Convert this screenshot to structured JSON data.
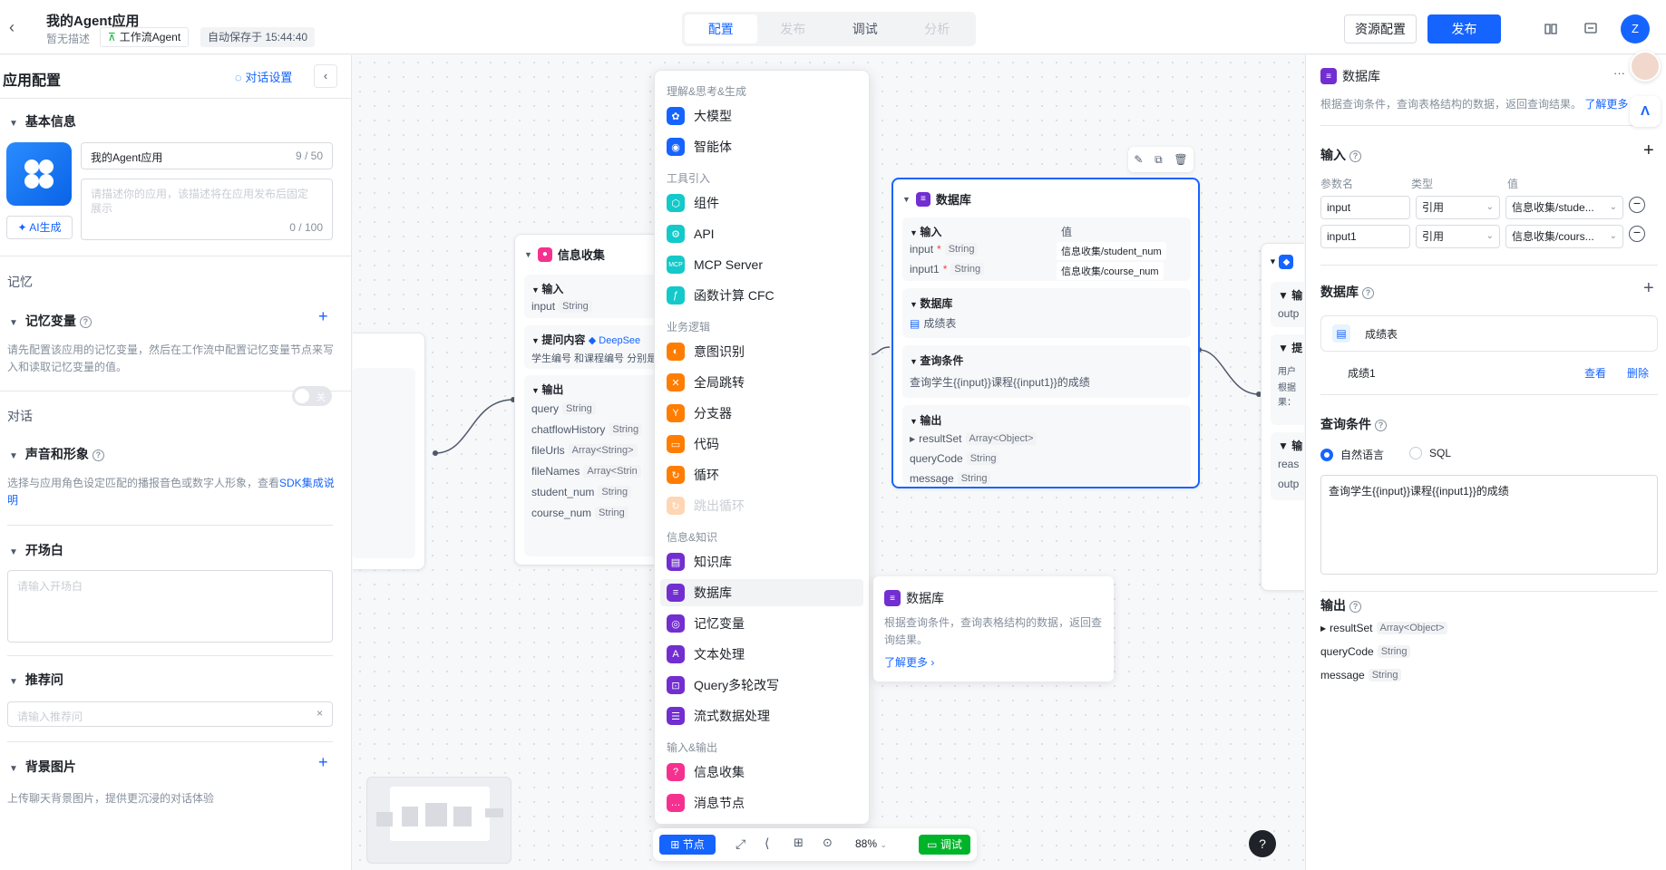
{
  "header": {
    "app_title": "我的Agent应用",
    "app_desc": "暂无描述",
    "app_type": "工作流Agent",
    "autosave": "自动保存于 15:44:40",
    "tabs": [
      "配置",
      "发布",
      "调试",
      "分析"
    ],
    "resource_btn": "资源配置",
    "publish_btn": "发布",
    "avatar_letter": "Z"
  },
  "left_panel": {
    "title": "应用配置",
    "chat_settings": "对话设置",
    "basic_info": "基本信息",
    "app_name_value": "我的Agent应用",
    "app_name_count": "9 / 50",
    "desc_placeholder": "请描述你的应用，该描述将在应用发布后固定展示",
    "desc_count": "0 / 100",
    "ai_gen": "AI生成",
    "memory_section": "记忆",
    "memory_vars": "记忆变量",
    "memory_desc": "请先配置该应用的记忆变量，然后在工作流中配置记忆变量节点来写入和读取记忆变量的值。",
    "dialog_section": "对话",
    "voice": "声音和形象",
    "toggle_label": "关",
    "voice_desc": "选择与应用角色设定匹配的播报音色或数字人形象，查看",
    "voice_link": "SDK集成说明",
    "opening": "开场白",
    "opening_placeholder": "请输入开场白",
    "suggest": "推荐问",
    "suggest_placeholder": "请输入推荐问",
    "bg_image": "背景图片",
    "bg_desc": "上传聊天背景图片，提供更沉浸的对话体验"
  },
  "canvas": {
    "info_node": {
      "title": "信息收集",
      "input_h": "输入",
      "input_var": "input",
      "input_type": "String",
      "ask_h": "提问内容",
      "ask_model": "DeepSee",
      "ask_text": "学生编号 和课程编号 分别是",
      "output_h": "输出",
      "outputs": [
        {
          "name": "query",
          "type": "String"
        },
        {
          "name": "chatflowHistory",
          "type": "String"
        },
        {
          "name": "fileUrls",
          "type": "Array<String>"
        },
        {
          "name": "fileNames",
          "type": "Array<Strin"
        },
        {
          "name": "student_num",
          "type": "String"
        },
        {
          "name": "course_num",
          "type": "String"
        }
      ]
    },
    "db_node": {
      "title": "数据库",
      "input_h": "输入",
      "value_h": "值",
      "inputs": [
        {
          "name": "input",
          "type": "String",
          "value": "信息收集/student_num"
        },
        {
          "name": "input1",
          "type": "String",
          "value": "信息收集/course_num"
        }
      ],
      "db_h": "数据库",
      "db_name": "成绩表",
      "query_h": "查询条件",
      "query_text": "查询学生{{input}}课程{{input1}}的成绩",
      "output_h": "输出",
      "outputs": [
        {
          "name": "resultSet",
          "type": "Array<Object>"
        },
        {
          "name": "queryCode",
          "type": "String"
        },
        {
          "name": "message",
          "type": "String"
        }
      ]
    },
    "right_node": {
      "partial_labels": [
        "输",
        "outp",
        "提",
        "用户",
        "根据",
        "果：",
        "输",
        "reas",
        "outp"
      ]
    },
    "menu": {
      "groups": [
        {
          "label": "理解&思考&生成",
          "items": [
            {
              "label": "大模型",
              "icon": "model-icon",
              "color": "#1664ff"
            },
            {
              "label": "智能体",
              "icon": "agent-icon",
              "color": "#1664ff"
            }
          ]
        },
        {
          "label": "工具引入",
          "items": [
            {
              "label": "组件",
              "icon": "component-icon",
              "color": "#14c9c9"
            },
            {
              "label": "API",
              "icon": "api-icon",
              "color": "#14c9c9"
            },
            {
              "label": "MCP Server",
              "icon": "mcp-icon",
              "color": "#14c9c9"
            },
            {
              "label": "函数计算 CFC",
              "icon": "function-icon",
              "color": "#14c9c9"
            }
          ]
        },
        {
          "label": "业务逻辑",
          "items": [
            {
              "label": "意图识别",
              "icon": "intent-icon",
              "color": "#ff7d00"
            },
            {
              "label": "全局跳转",
              "icon": "jump-icon",
              "color": "#ff7d00"
            },
            {
              "label": "分支器",
              "icon": "branch-icon",
              "color": "#ff7d00"
            },
            {
              "label": "代码",
              "icon": "code-icon",
              "color": "#ff7d00"
            },
            {
              "label": "循环",
              "icon": "loop-icon",
              "color": "#ff7d00"
            },
            {
              "label": "跳出循环",
              "icon": "break-loop-icon",
              "color": "#ffd6b3"
            }
          ]
        },
        {
          "label": "信息&知识",
          "items": [
            {
              "label": "知识库",
              "icon": "knowledge-icon",
              "color": "#722ed1"
            },
            {
              "label": "数据库",
              "icon": "database-icon",
              "color": "#722ed1"
            },
            {
              "label": "记忆变量",
              "icon": "memory-icon",
              "color": "#722ed1"
            },
            {
              "label": "文本处理",
              "icon": "text-icon",
              "color": "#722ed1"
            },
            {
              "label": "Query多轮改写",
              "icon": "query-rewrite-icon",
              "color": "#722ed1"
            },
            {
              "label": "流式数据处理",
              "icon": "stream-icon",
              "color": "#722ed1"
            }
          ]
        },
        {
          "label": "输入&输出",
          "items": [
            {
              "label": "信息收集",
              "icon": "collect-icon",
              "color": "#f5318f"
            },
            {
              "label": "消息节点",
              "icon": "message-icon",
              "color": "#f5318f"
            }
          ]
        }
      ]
    },
    "tip": {
      "title": "数据库",
      "desc": "根据查询条件，查询表格结构的数据，返回查询结果。",
      "link": "了解更多"
    },
    "toolbar": {
      "node_btn": "节点",
      "zoom": "88%",
      "debug_btn": "调试"
    }
  },
  "right_panel": {
    "title": "数据库",
    "desc": "根据查询条件，查询表格结构的数据，返回查询结果。",
    "learn_more": "了解更多",
    "input_h": "输入",
    "col_param": "参数名",
    "col_type": "类型",
    "col_value": "值",
    "rows": [
      {
        "name": "input",
        "type": "引用",
        "value": "信息收集/stude..."
      },
      {
        "name": "input1",
        "type": "引用",
        "value": "信息收集/cours..."
      }
    ],
    "db_h": "数据库",
    "db_name": "成绩表",
    "db_sub": "成绩1",
    "view": "查看",
    "delete": "删除",
    "query_h": "查询条件",
    "radio_nl": "自然语言",
    "radio_sql": "SQL",
    "query_text": "查询学生{{input}}课程{{input1}}的成绩",
    "output_h": "输出",
    "outputs": [
      {
        "name": "resultSet",
        "type": "Array<Object>"
      },
      {
        "name": "queryCode",
        "type": "String"
      },
      {
        "name": "message",
        "type": "String"
      }
    ]
  }
}
